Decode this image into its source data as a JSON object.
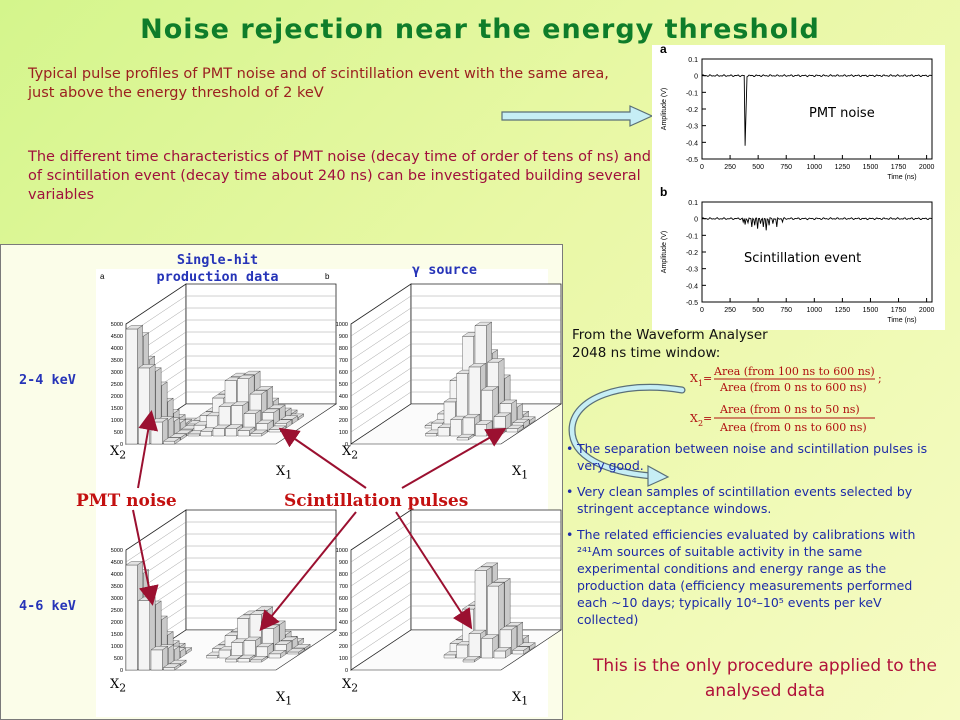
{
  "title": "Noise rejection near the energy threshold",
  "intro": {
    "profiles_text": "Typical pulse profiles of PMT noise and of scintillation event with the same area, just above the energy threshold of 2 keV",
    "time_text": "The different time characteristics of PMT noise (decay time of order of tens of ns) and of scintillation event (decay time about 240 ns) can be investigated building several variables"
  },
  "waveforms": {
    "panel_a": {
      "letter": "a",
      "label": "PMT noise"
    },
    "panel_b": {
      "letter": "b",
      "label": "Scintillation event"
    },
    "ylabel": "Amplitude (V)",
    "xlabel": "Time (ns)",
    "yticks": [
      "0.1",
      "0",
      "-0.1",
      "-0.2",
      "-0.3",
      "-0.4",
      "-0.5"
    ],
    "xticks": [
      "0",
      "250",
      "500",
      "750",
      "1000",
      "1250",
      "1500",
      "1750",
      "2000"
    ]
  },
  "histograms": {
    "col1_title_line1": "Single-hit",
    "col1_title_line2": "production data",
    "col2_title": "γ source",
    "row1_label": "2-4 keV",
    "row2_label": "4-6 keV",
    "letter_a": "a",
    "letter_b": "b",
    "zticks_a": [
      "5000",
      "4500",
      "4000",
      "3500",
      "3000",
      "2500",
      "2000",
      "1500",
      "1000",
      "500",
      "0"
    ],
    "zticks_b": [
      "1000",
      "900",
      "800",
      "700",
      "600",
      "500",
      "400",
      "300",
      "200",
      "100",
      "0"
    ],
    "x2": "X",
    "x1": "X",
    "pmt_noise_label": "PMT noise",
    "scint_label": "Scintillation pulses"
  },
  "waveform_note": {
    "line1": "From the Waveform Analyser",
    "line2": "2048 ns time window:"
  },
  "formulas": {
    "x1_num": "Area (from 100 ns to 600 ns)",
    "x1_den": "Area (from 0 ns to 600 ns)",
    "x2_num": "Area (from 0 ns to 50 ns)",
    "x2_den": "Area (from 0 ns to 600 ns)"
  },
  "bullets": [
    "The separation between noise and scintillation pulses is very good.",
    "Very clean samples of scintillation events selected by stringent acceptance windows.",
    "The related efficiencies evaluated by calibrations with ²⁴¹Am sources of suitable activity in the same experimental conditions and energy range as the production data (efficiency measurements performed each ~10 days; typically 10⁴–10⁵ events per keV collected)"
  ],
  "conclusion": "This is the only procedure applied to the analysed data",
  "colors": {
    "title": "#0e7d2a",
    "intro": "#9b2020",
    "bullets": "#1c2aa8",
    "arrow": "#9b1030",
    "conclusion": "#b0103a"
  }
}
